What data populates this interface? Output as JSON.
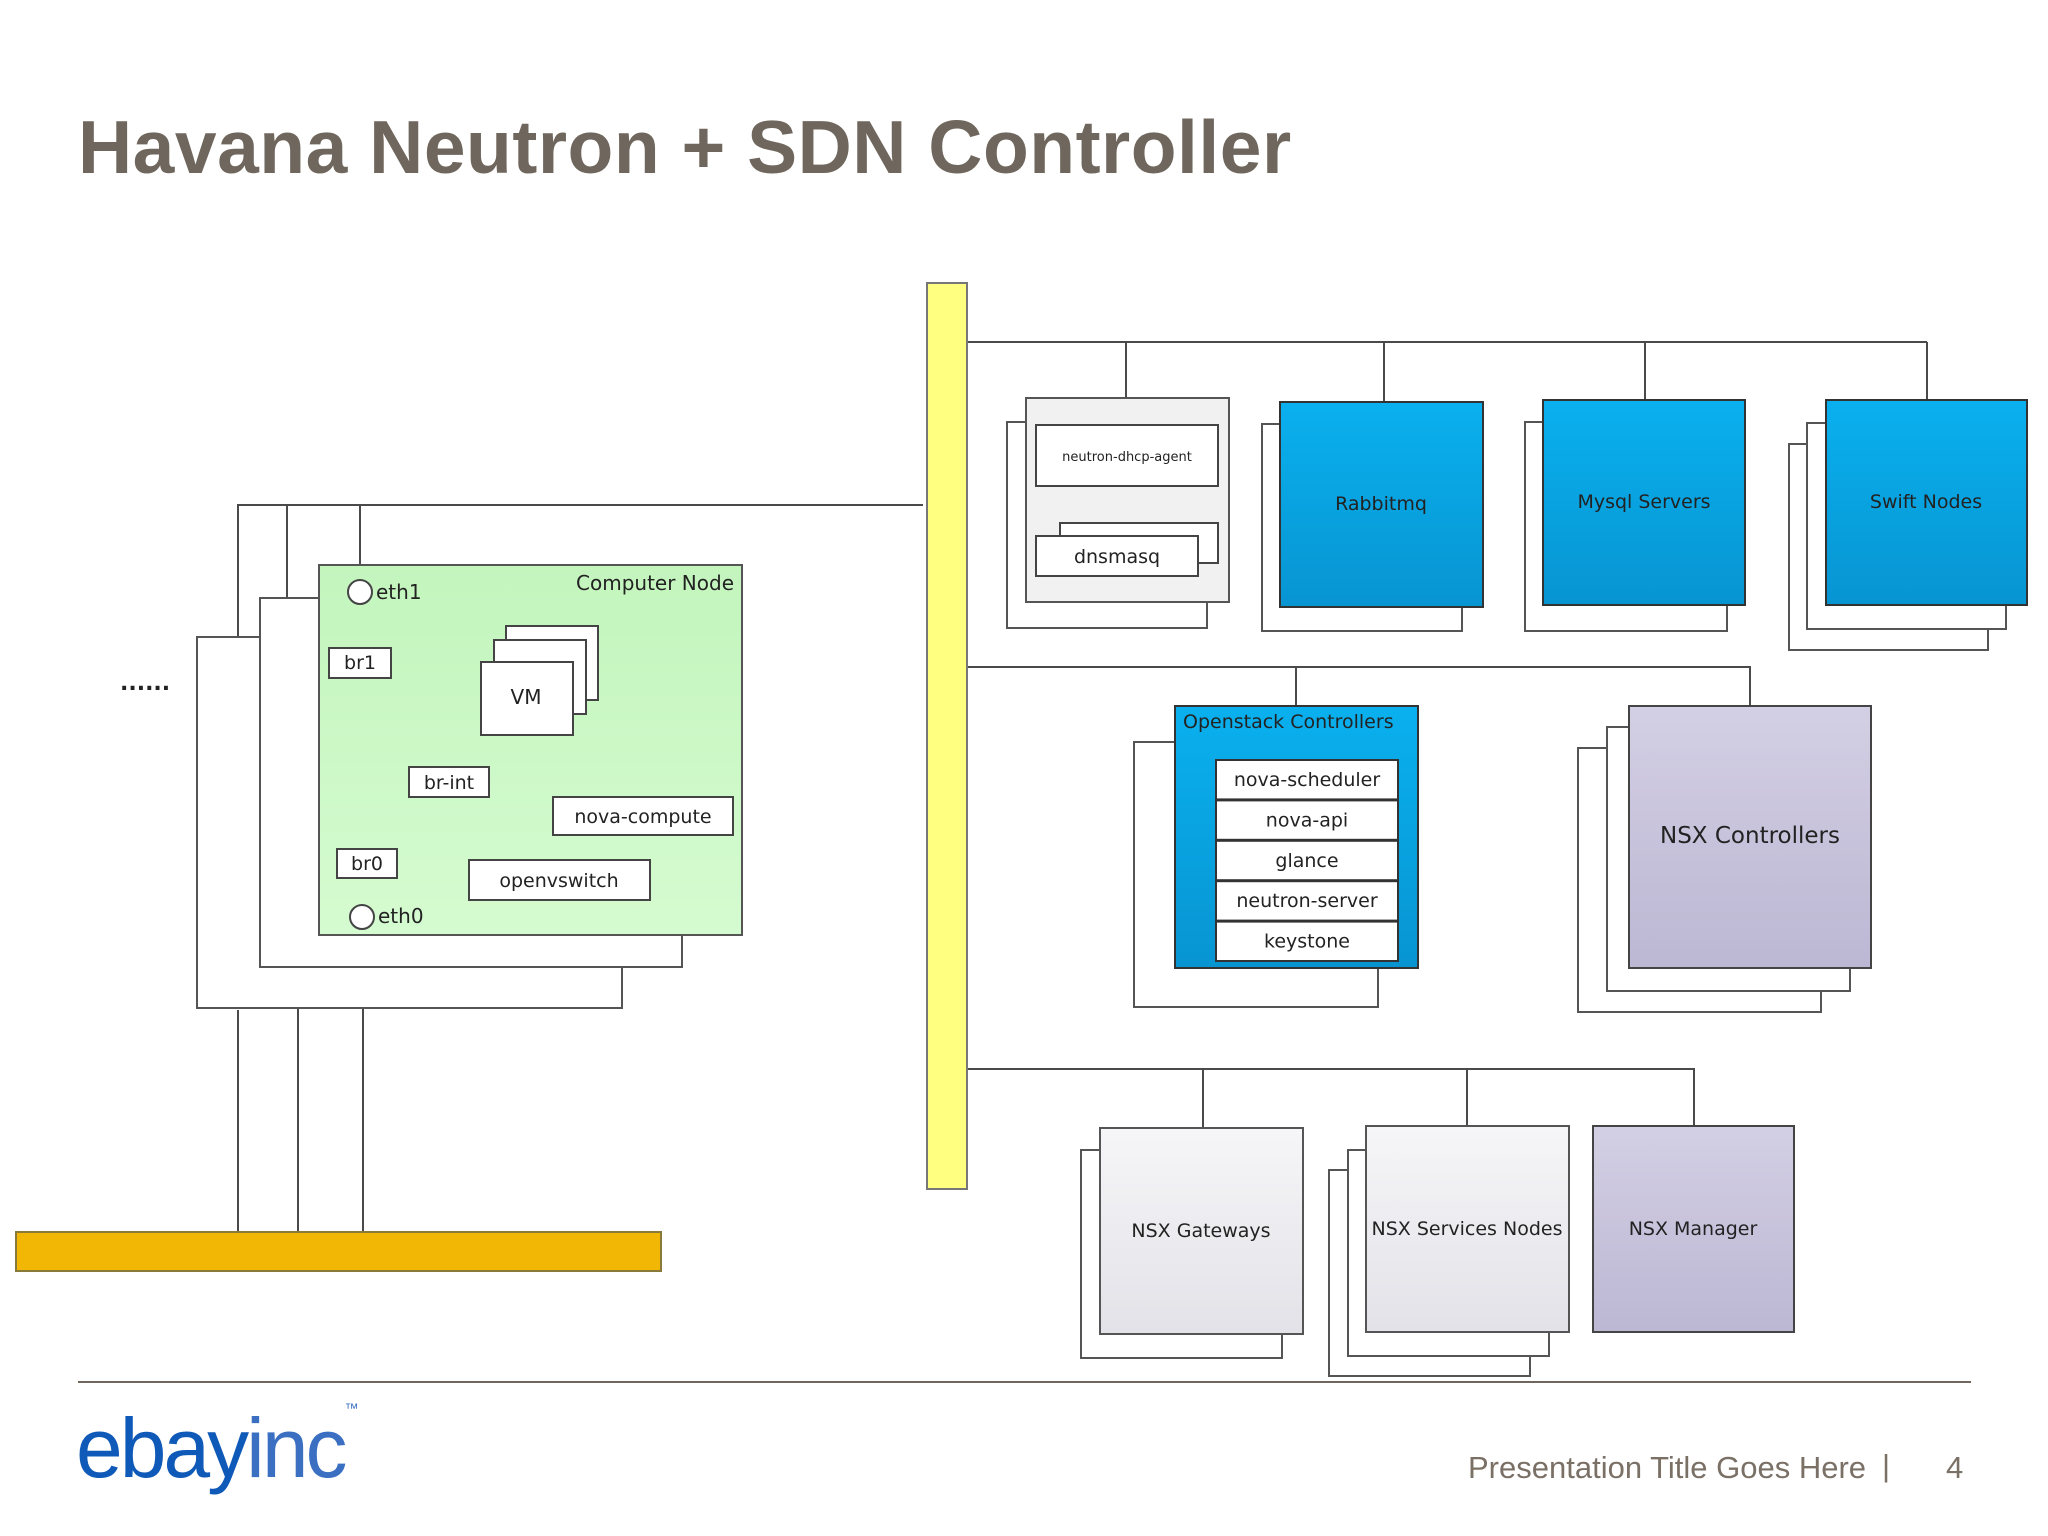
{
  "slide": {
    "title": "Havana Neutron + SDN Controller",
    "footer_title": "Presentation Title Goes Here",
    "footer_separator": "|",
    "page_number": "4",
    "logo_text": "ebay",
    "logo_suffix": "inc",
    "logo_mark": "™"
  },
  "diagram": {
    "ellipsis": "......",
    "compute_node": {
      "label": "Computer Node",
      "eth1": "eth1",
      "eth0": "eth0",
      "br1": "br1",
      "br0": "br0",
      "br_int": "br-int",
      "vm": "VM",
      "nova_compute": "nova-compute",
      "openvswitch": "openvswitch"
    },
    "dhcp_group": {
      "agent": "neutron-dhcp-agent",
      "dnsmasq": "dnsmasq"
    },
    "rabbitmq": "Rabbitmq",
    "mysql": "Mysql Servers",
    "swift": "Swift Nodes",
    "openstack_controllers": {
      "label": "Openstack Controllers",
      "services": [
        "nova-scheduler",
        "nova-api",
        "glance",
        "neutron-server",
        "keystone"
      ]
    },
    "nsx_controllers": "NSX Controllers",
    "nsx_gateways": "NSX Gateways",
    "nsx_services_nodes": "NSX Services Nodes",
    "nsx_manager": "NSX Manager"
  },
  "colors": {
    "title": "#6f675d",
    "compute_node_fill": "#c9f7c3",
    "blue_box": "#0aa6e4",
    "lavender_box": "#c8c4dc",
    "gray_box": "#ececf0",
    "mgmt_bus": "#ffff80",
    "external_bus": "#f2b705",
    "logo_blue": "#0f59b8"
  }
}
